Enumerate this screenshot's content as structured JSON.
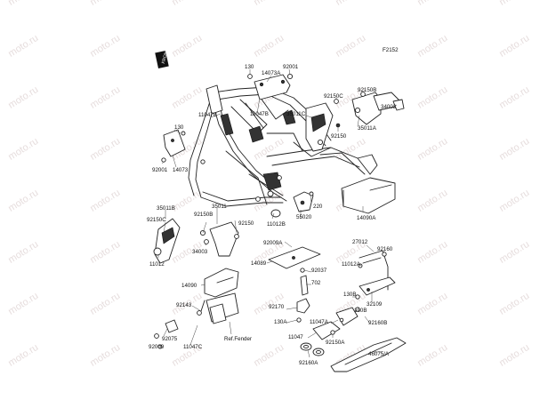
{
  "diagram": {
    "code": "F2152",
    "watermark": "moto.ru",
    "front_marker": "FRONT",
    "labels": {
      "p130_top": "130",
      "p14073A": "14073A",
      "p92001_top": "92001",
      "p92150C_top": "92150C",
      "p92150B_top": "92150B",
      "p11047B_a": "11047B",
      "p11047B_b": "11047B",
      "p35011C": "35011C",
      "p34003_r": "34003",
      "p130_left": "130",
      "p92150_r": "92150",
      "p35011A": "35011A",
      "p92001_left": "92001",
      "p14073": "14073",
      "p35011B": "35011B",
      "p35011": "35011",
      "p220": "220",
      "p92150C_left": "92150C",
      "p92150B_left": "92150B",
      "p92150_mid": "92150",
      "p11012B": "11012B",
      "p55020": "55020",
      "p14090A": "14090A",
      "p92009A": "92009A",
      "p27012": "27012",
      "p92160": "92160",
      "p11012": "11012",
      "p34003_l": "34003",
      "p14089": "14089",
      "p92037": "92037",
      "p11012A": "11012A",
      "p702": "702",
      "p14090": "14090",
      "p130B_a": "130B",
      "p32109": "32109",
      "p92143": "92143",
      "p92170": "92170",
      "p130B_b": "130B",
      "p130A": "130A",
      "p11047A": "11047A",
      "p92160B": "92160B",
      "p92075": "92075",
      "p11047": "11047",
      "p92009": "92009",
      "p11047C": "11047C",
      "p92150A": "92150A",
      "p92160A": "92160A",
      "p46075A": "46075/A",
      "ref_fender": "Ref.Fender"
    }
  }
}
